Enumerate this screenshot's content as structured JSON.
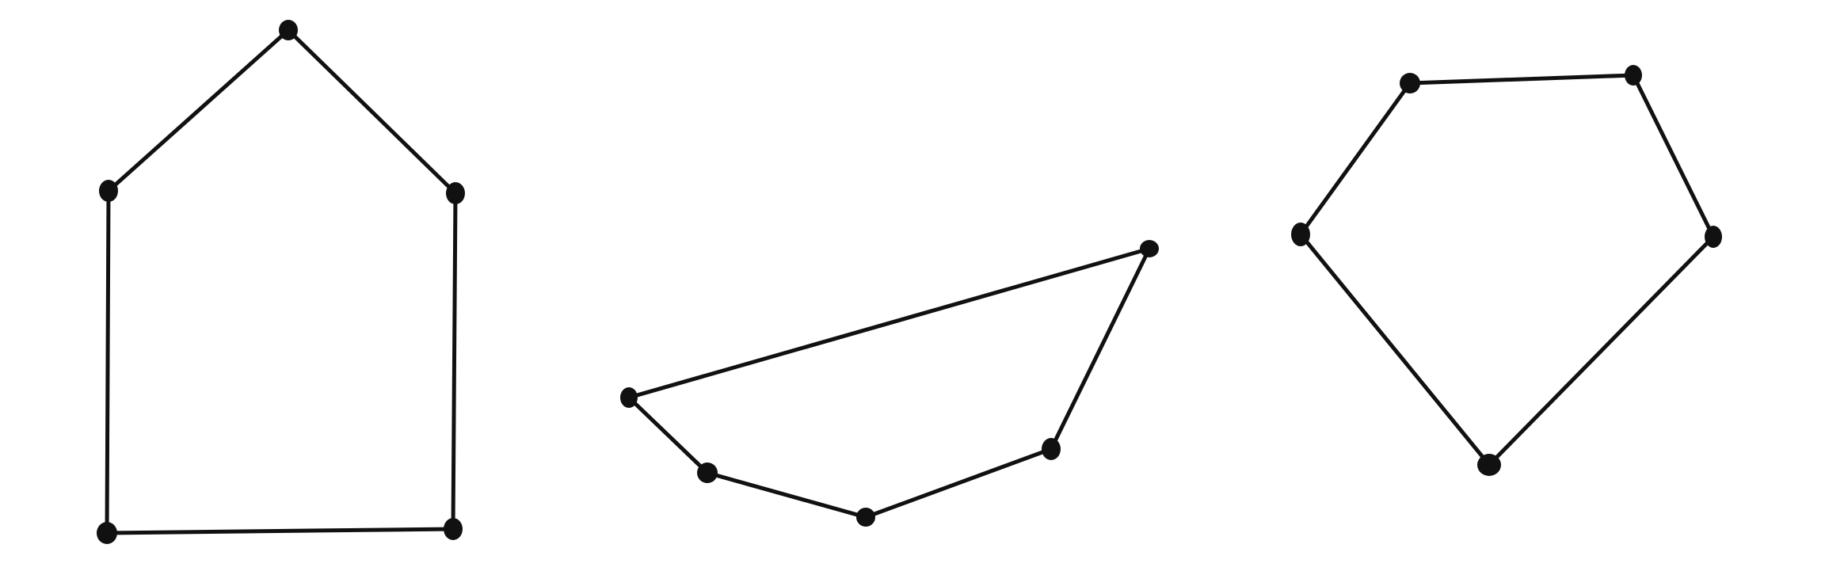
{
  "diagram": {
    "description_kind": "hand-drawn polygons",
    "stroke_color": "#111111",
    "background_color": "#ffffff",
    "shapes": [
      {
        "id": "pentagon-house",
        "sides": 5
      },
      {
        "id": "irregular-pentagon",
        "sides": 5
      },
      {
        "id": "pentagon",
        "sides": 5
      }
    ]
  }
}
